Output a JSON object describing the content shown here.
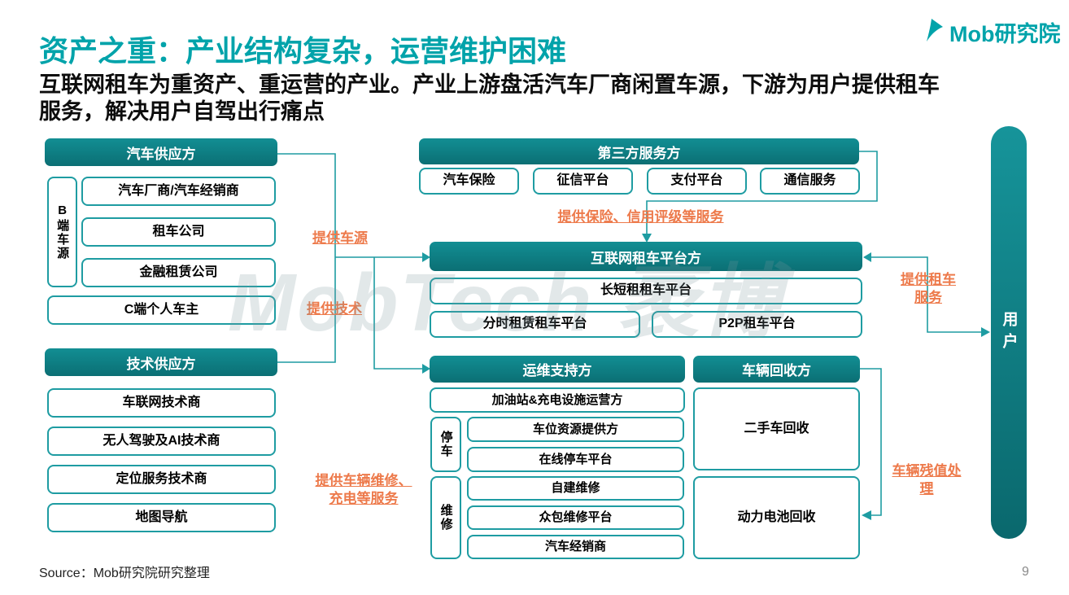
{
  "slide": {
    "logo_text": "Mob研究院",
    "title": "资产之重：产业结构复杂，运营维护困难",
    "subtitle": "互联网租车为重资产、重运营的产业。产业上游盘活汽车厂商闲置车源，下游为用户提供租车服务，解决用户自驾出行痛点",
    "source": "Source：Mob研究院研究整理",
    "page_number": "9",
    "watermark": "MobTech 袤博"
  },
  "colors": {
    "teal": "#128E93",
    "teal_dark": "#0B6F74",
    "border_teal": "#1E9CA2",
    "orange": "#ED7A4B",
    "brand": "#00A3AA"
  },
  "car_supplier": {
    "header": "汽车供应方",
    "side_label": "B端车源",
    "items": [
      "汽车厂商/汽车经销商",
      "租车公司",
      "金融租赁公司"
    ],
    "individual": "C端个人车主"
  },
  "tech_supplier": {
    "header": "技术供应方",
    "items": [
      "车联网技术商",
      "无人驾驶及AI技术商",
      "定位服务技术商",
      "地图导航"
    ]
  },
  "third_party": {
    "header": "第三方服务方",
    "items": [
      "汽车保险",
      "征信平台",
      "支付平台",
      "通信服务"
    ]
  },
  "platform": {
    "header": "互联网租车平台方",
    "row1": "长短租租车平台",
    "row2": [
      "分时租赁租车平台",
      "P2P租车平台"
    ]
  },
  "ops_support": {
    "header": "运维支持方",
    "fuel": "加油站&充电设施运营方",
    "parking_label": "停车",
    "parking_items": [
      "车位资源提供方",
      "在线停车平台"
    ],
    "repair_label": "维修",
    "repair_items": [
      "自建维修",
      "众包维修平台",
      "汽车经销商"
    ]
  },
  "recycle": {
    "header": "车辆回收方",
    "items": [
      "二手车回收",
      "动力电池回收"
    ]
  },
  "user": {
    "label": "用户"
  },
  "edge_labels": {
    "provide_cars": "提供车源",
    "provide_tech": "提供技术",
    "provide_insurance": "提供保险、信用评级等服务",
    "provide_rental": "提供租车服务",
    "residual_value": "车辆残值处理",
    "maintenance": "提供车辆维修、充电等服务"
  }
}
